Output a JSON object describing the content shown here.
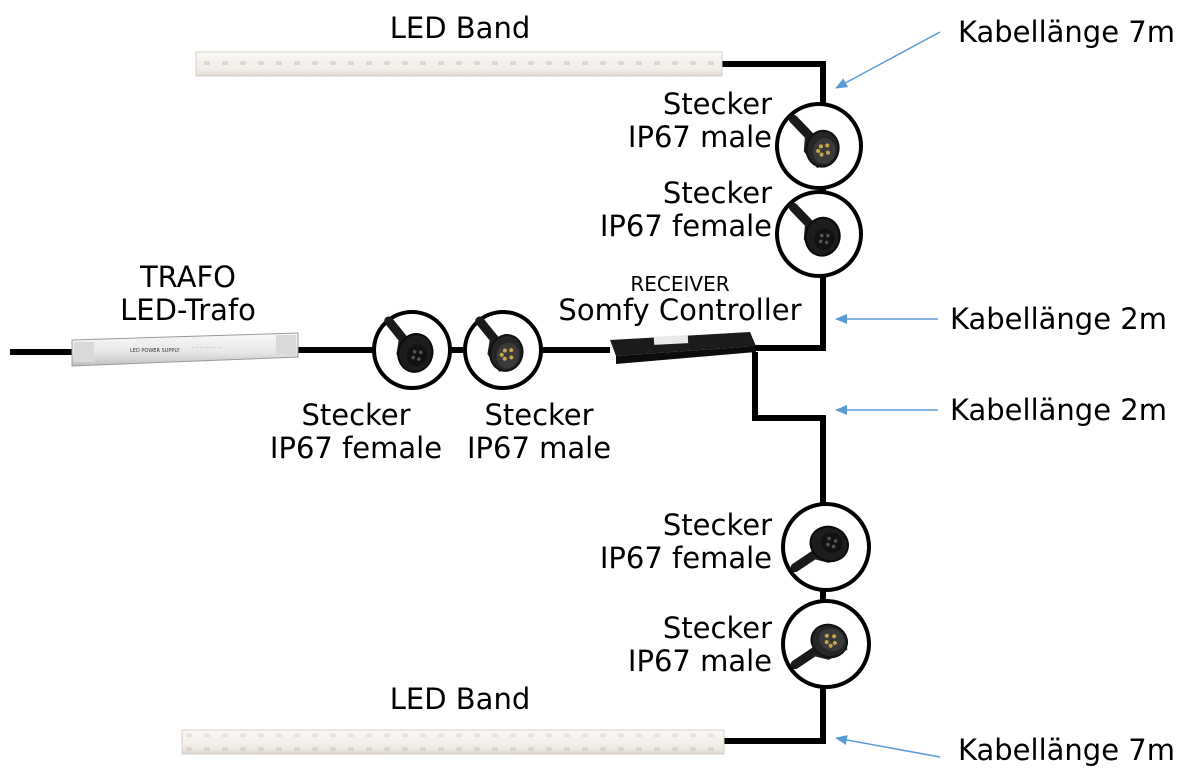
{
  "colors": {
    "wire": "#000000",
    "arrow": "#5b9bd5",
    "strip": "#f1ede8",
    "strip_dot": "#e2b48c",
    "trafo_body": "#eeeeee"
  },
  "strip_top": {
    "label": "LED Band"
  },
  "strip_bottom": {
    "label": "LED Band"
  },
  "trafo": {
    "line1": "TRAFO",
    "line2": "LED-Trafo",
    "case_text": "LED POWER SUPPLY"
  },
  "receiver": {
    "line1": "RECEIVER",
    "line2": "Somfy Controller"
  },
  "connectors": {
    "top_male": {
      "line1": "Stecker",
      "line2": "IP67 male"
    },
    "top_female": {
      "line1": "Stecker",
      "line2": "IP67 female"
    },
    "trafo_female": {
      "line1": "Stecker",
      "line2": "IP67 female"
    },
    "trafo_male": {
      "line1": "Stecker",
      "line2": "IP67 male"
    },
    "bottom_female": {
      "line1": "Stecker",
      "line2": "IP67 female"
    },
    "bottom_male": {
      "line1": "Stecker",
      "line2": "IP67 male"
    }
  },
  "cables": {
    "top_strip": "Kabellänge 7m",
    "top_controller": "Kabellänge 2m",
    "bottom_controller": "Kabellänge 2m",
    "bottom_strip": "Kabellänge 7m"
  }
}
